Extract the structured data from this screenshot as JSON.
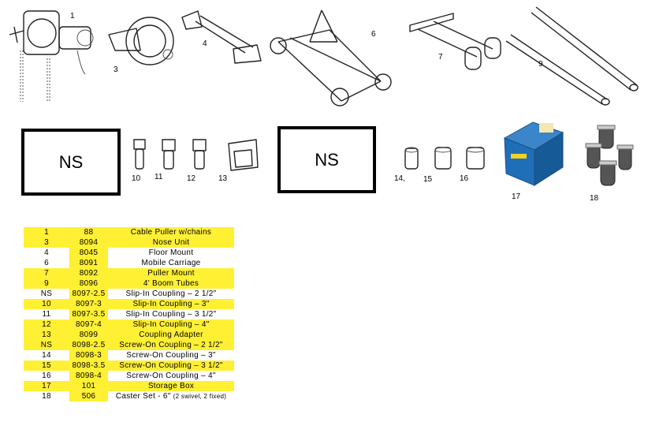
{
  "figure_labels": {
    "p1": "1",
    "p3": "3",
    "p4": "4",
    "p6": "6",
    "p7": "7",
    "p9": "9",
    "ns1": "NS",
    "p10": "10",
    "p11": "11",
    "p12": "12",
    "p13": "13",
    "ns2": "NS",
    "p14": "14,",
    "p15": "15",
    "p16": "16",
    "p17": "17",
    "p18": "18"
  },
  "table": {
    "rows": [
      {
        "item": "1",
        "part": "88",
        "desc": "Cable Puller w/chains",
        "hl": true
      },
      {
        "item": "3",
        "part": "8094",
        "desc": "Nose Unit",
        "hl": true
      },
      {
        "item": "4",
        "part": "8045",
        "desc": "Floor Mount",
        "hl": false
      },
      {
        "item": "6",
        "part": "8091",
        "desc": "Mobile Carriage",
        "hl": false
      },
      {
        "item": "7",
        "part": "8092",
        "desc": "Puller Mount",
        "hl": true
      },
      {
        "item": "9",
        "part": "8096",
        "desc": "4' Boom Tubes",
        "hl": true
      },
      {
        "item": "NS",
        "part": "8097-2.5",
        "desc": "Slip-In Coupling – 2 1/2\"",
        "hl": false
      },
      {
        "item": "10",
        "part": "8097-3",
        "desc": "Slip-In Coupling – 3\"",
        "hl": true
      },
      {
        "item": "11",
        "part": "8097-3.5",
        "desc": "Slip-In Coupling – 3 1/2\"",
        "hl": false
      },
      {
        "item": "12",
        "part": "8097-4",
        "desc": "Slip-In Coupling – 4\"",
        "hl": true
      },
      {
        "item": "13",
        "part": "8099",
        "desc": "Coupling Adapter",
        "hl": true
      },
      {
        "item": "NS",
        "part": "8098-2.5",
        "desc": "Screw-On Coupling – 2 1/2\"",
        "hl": true
      },
      {
        "item": "14",
        "part": "8098-3",
        "desc": "Screw-On Coupling – 3\"",
        "hl": false
      },
      {
        "item": "15",
        "part": "8098-3.5",
        "desc": "Screw-On Coupling – 3 1/2\"",
        "hl": true
      },
      {
        "item": "16",
        "part": "8098-4",
        "desc": "Screw-On Coupling – 4\"",
        "hl": false
      },
      {
        "item": "17",
        "part": "101",
        "desc": "Storage Box",
        "hl": true
      },
      {
        "item": "18",
        "part": "506",
        "desc": "Caster Set - 6\"",
        "desc_note": "(2 swivel, 2 fixed)",
        "hl": false
      }
    ]
  },
  "colors": {
    "highlight": "#fff033",
    "box_blue": "#1f6fb8"
  }
}
